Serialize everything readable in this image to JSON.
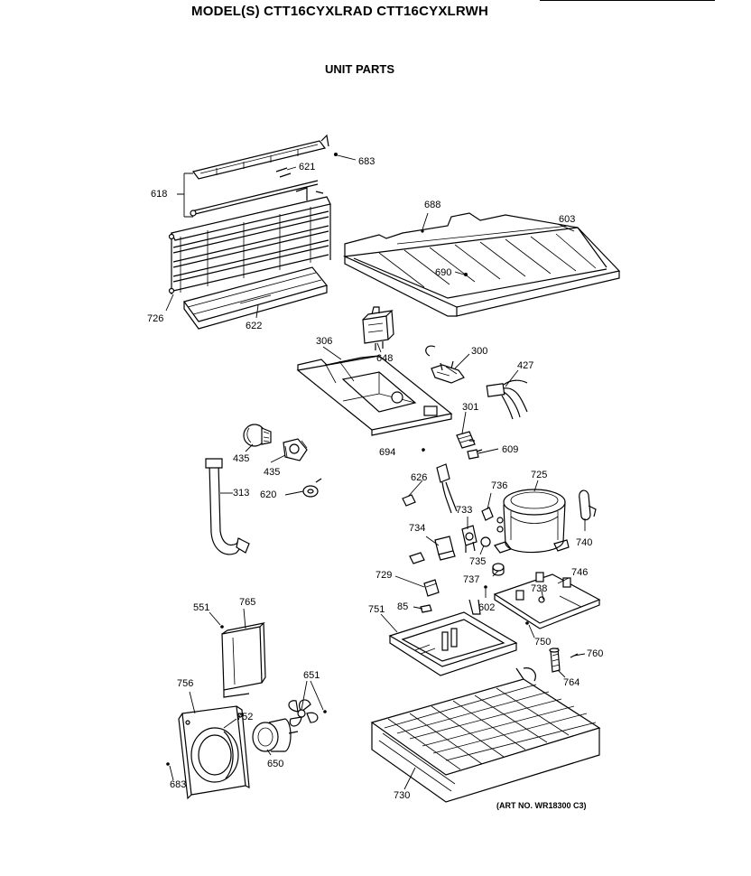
{
  "header": {
    "model_title": "MODEL(S) CTT16CYXLRAD  CTT16CYXLRWH",
    "section_title": "UNIT PARTS"
  },
  "footer": {
    "art_number": "(ART NO. WR18300 C3)"
  },
  "callouts": {
    "c683a": "683",
    "c621": "621",
    "c618": "618",
    "c688": "688",
    "c603": "603",
    "c690": "690",
    "c726": "726",
    "c622": "622",
    "c306": "306",
    "c648": "648",
    "c300": "300",
    "c427": "427",
    "c301": "301",
    "c694": "694",
    "c609": "609",
    "c435a": "435",
    "c435b": "435",
    "c313": "313",
    "c620": "620",
    "c626": "626",
    "c736": "736",
    "c725": "725",
    "c733": "733",
    "c734": "734",
    "c740": "740",
    "c735": "735",
    "c737": "737",
    "c729": "729",
    "c746": "746",
    "c738": "738",
    "c551": "551",
    "c765": "765",
    "c85": "85",
    "c602": "602",
    "c751": "751",
    "c750": "750",
    "c760": "760",
    "c764": "764",
    "c756": "756",
    "c651": "651",
    "c752": "752",
    "c650": "650",
    "c683b": "683",
    "c730": "730"
  }
}
